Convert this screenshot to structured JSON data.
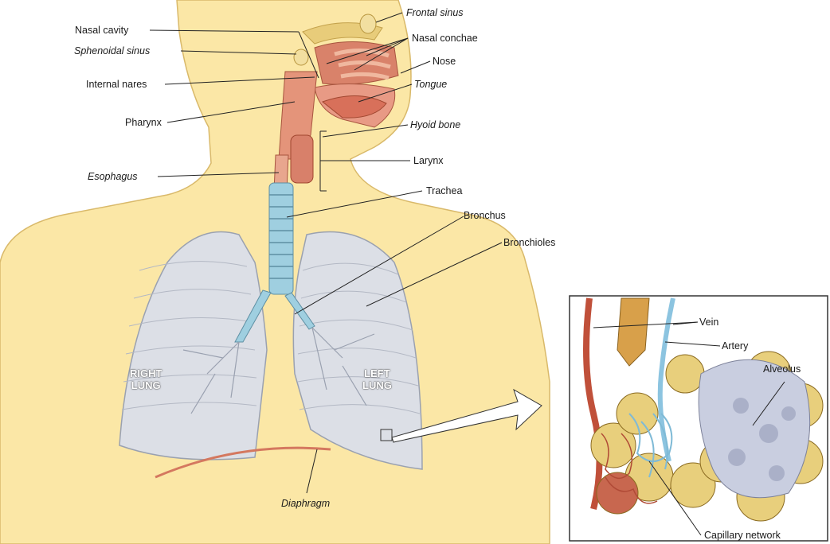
{
  "labels": {
    "frontal_sinus": "Frontal sinus",
    "nasal_cavity": "Nasal cavity",
    "nasal_conchae": "Nasal conchae",
    "sphenoidal_sinus": "Sphenoidal sinus",
    "nose": "Nose",
    "internal_nares": "Internal nares",
    "tongue": "Tongue",
    "pharynx": "Pharynx",
    "hyoid_bone": "Hyoid bone",
    "larynx": "Larynx",
    "esophagus": "Esophagus",
    "trachea": "Trachea",
    "bronchus": "Bronchus",
    "bronchioles": "Bronchioles",
    "right_lung_1": "RIGHT",
    "right_lung_2": "LUNG",
    "left_lung_1": "LEFT",
    "left_lung_2": "LUNG",
    "diaphragm": "Diaphragm",
    "vein": "Vein",
    "artery": "Artery",
    "alveolus": "Alveolus",
    "capillary_network": "Capillary network"
  },
  "colors": {
    "skin": "#fbe7a6",
    "skin_edge": "#d9b96a",
    "lung": "#dcdfe6",
    "lung_edge": "#9aa1b0",
    "airway_red": "#d4785f",
    "trachea_blue": "#9fcfe0",
    "vein_red": "#c0503a",
    "artery_blue": "#8cc4e0",
    "alveoli_tan": "#e8cf7c",
    "alveolus_grey": "#c9cee0"
  }
}
